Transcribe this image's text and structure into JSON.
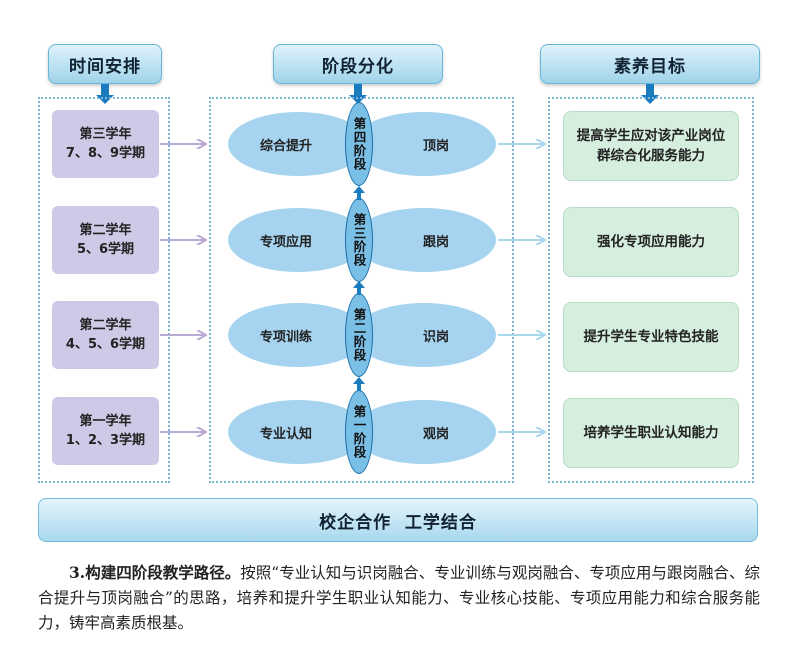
{
  "headers": {
    "time": "时间安排",
    "stage": "阶段分化",
    "goal": "素养目标"
  },
  "terms": [
    {
      "line1": "第三学年",
      "line2": "7、8、9学期"
    },
    {
      "line1": "第二学年",
      "line2": "5、6学期"
    },
    {
      "line1": "第二学年",
      "line2": "4、5、6学期"
    },
    {
      "line1": "第一学年",
      "line2": "1、2、3学期"
    }
  ],
  "stages": [
    {
      "left": "综合提升",
      "center": "第四阶段",
      "right": "顶岗"
    },
    {
      "left": "专项应用",
      "center": "第三阶段",
      "right": "跟岗"
    },
    {
      "left": "专项训练",
      "center": "第二阶段",
      "right": "识岗"
    },
    {
      "left": "专业认知",
      "center": "第一阶段",
      "right": "观岗"
    }
  ],
  "goals": [
    "提高学生应对该产业岗位群综合化服务能力",
    "强化专项应用能力",
    "提升学生专业特色技能",
    "培养学生职业认知能力"
  ],
  "footer": "校企合作  工学结合",
  "paragraph": {
    "heading": "3.构建四阶段教学路径。",
    "body": "按照“专业认知与识岗融合、专业训练与观岗融合、专项应用与跟岗融合、综合提升与顶岗融合”的思路，培养和提升学生职业认知能力、专业核心技能、专项应用能力和综合服务能力，铸牢高素质根基。"
  },
  "colors": {
    "term_box": "#cfc8e6",
    "goal_box": "#d6eede",
    "ellipse": "#a6d4f0",
    "arrow": "#1a7bbf",
    "connector": "#b9a9d6"
  }
}
